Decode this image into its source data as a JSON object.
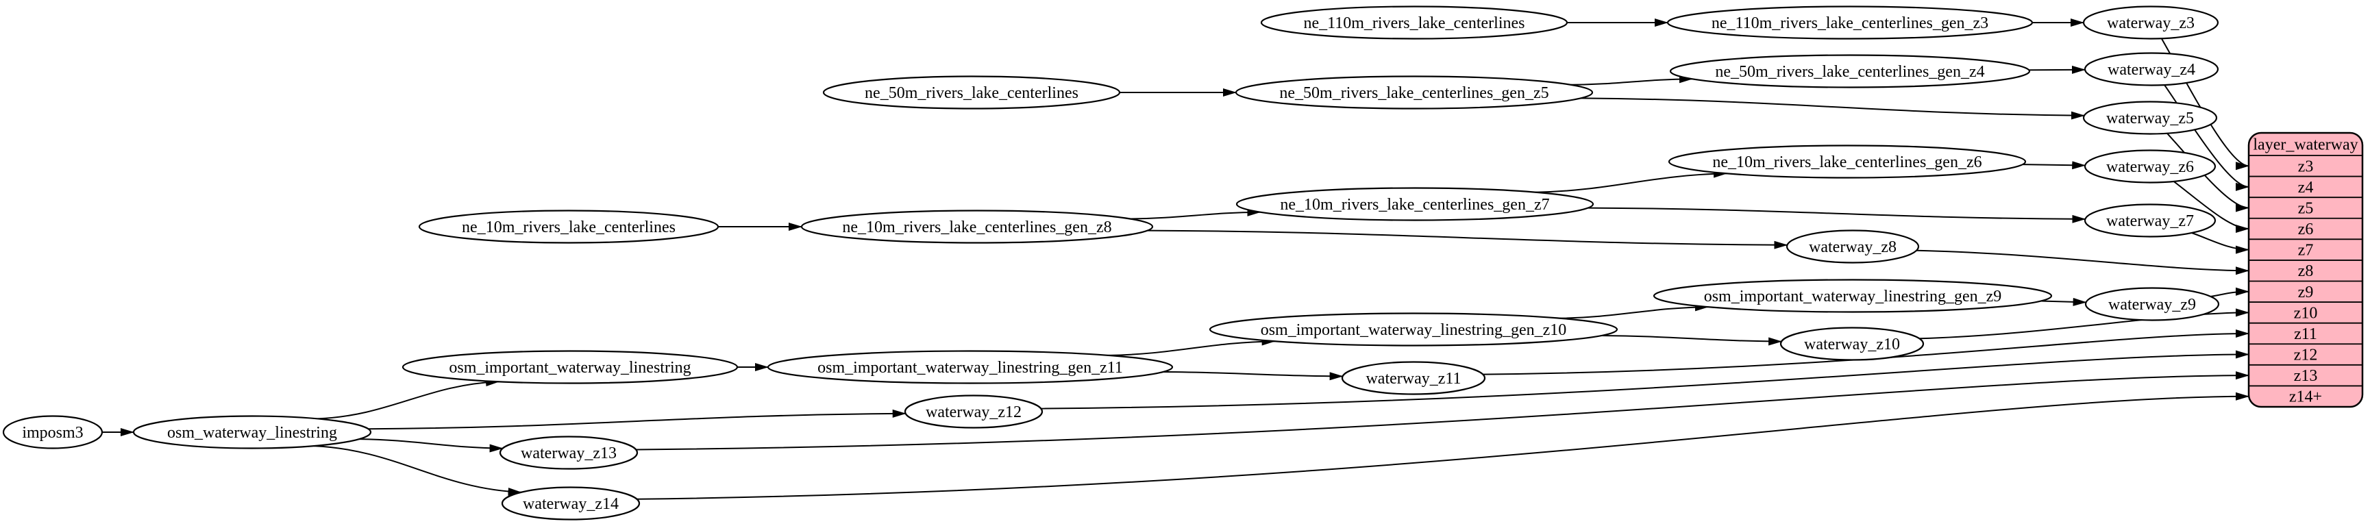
{
  "diagram": {
    "type": "etl-dependency-graph",
    "background": "#ffffff",
    "colors": {
      "node_fill": "#ffffff",
      "node_border": "#000000",
      "edge": "#000000",
      "text": "#000000",
      "table_fill": "#ffb6c1",
      "table_border": "#000000"
    },
    "nodes": [
      {
        "id": "imposm3",
        "label": "imposm3"
      },
      {
        "id": "osm_waterway_linestring",
        "label": "osm_waterway_linestring"
      },
      {
        "id": "osm_important_waterway_linestring",
        "label": "osm_important_waterway_linestring"
      },
      {
        "id": "osm_important_waterway_linestring_gen_z11",
        "label": "osm_important_waterway_linestring_gen_z11"
      },
      {
        "id": "osm_important_waterway_linestring_gen_z10",
        "label": "osm_important_waterway_linestring_gen_z10"
      },
      {
        "id": "osm_important_waterway_linestring_gen_z9",
        "label": "osm_important_waterway_linestring_gen_z9"
      },
      {
        "id": "ne_110m_rivers_lake_centerlines",
        "label": "ne_110m_rivers_lake_centerlines"
      },
      {
        "id": "ne_110m_rivers_lake_centerlines_gen_z3",
        "label": "ne_110m_rivers_lake_centerlines_gen_z3"
      },
      {
        "id": "ne_50m_rivers_lake_centerlines",
        "label": "ne_50m_rivers_lake_centerlines"
      },
      {
        "id": "ne_50m_rivers_lake_centerlines_gen_z5",
        "label": "ne_50m_rivers_lake_centerlines_gen_z5"
      },
      {
        "id": "ne_50m_rivers_lake_centerlines_gen_z4",
        "label": "ne_50m_rivers_lake_centerlines_gen_z4"
      },
      {
        "id": "ne_10m_rivers_lake_centerlines",
        "label": "ne_10m_rivers_lake_centerlines"
      },
      {
        "id": "ne_10m_rivers_lake_centerlines_gen_z8",
        "label": "ne_10m_rivers_lake_centerlines_gen_z8"
      },
      {
        "id": "ne_10m_rivers_lake_centerlines_gen_z7",
        "label": "ne_10m_rivers_lake_centerlines_gen_z7"
      },
      {
        "id": "ne_10m_rivers_lake_centerlines_gen_z6",
        "label": "ne_10m_rivers_lake_centerlines_gen_z6"
      },
      {
        "id": "waterway_z3",
        "label": "waterway_z3"
      },
      {
        "id": "waterway_z4",
        "label": "waterway_z4"
      },
      {
        "id": "waterway_z5",
        "label": "waterway_z5"
      },
      {
        "id": "waterway_z6",
        "label": "waterway_z6"
      },
      {
        "id": "waterway_z7",
        "label": "waterway_z7"
      },
      {
        "id": "waterway_z8",
        "label": "waterway_z8"
      },
      {
        "id": "waterway_z9",
        "label": "waterway_z9"
      },
      {
        "id": "waterway_z10",
        "label": "waterway_z10"
      },
      {
        "id": "waterway_z11",
        "label": "waterway_z11"
      },
      {
        "id": "waterway_z12",
        "label": "waterway_z12"
      },
      {
        "id": "waterway_z13",
        "label": "waterway_z13"
      },
      {
        "id": "waterway_z14",
        "label": "waterway_z14"
      }
    ],
    "edges": [
      {
        "from": "imposm3",
        "to": "osm_waterway_linestring"
      },
      {
        "from": "osm_waterway_linestring",
        "to": "osm_important_waterway_linestring"
      },
      {
        "from": "osm_waterway_linestring",
        "to": "waterway_z12"
      },
      {
        "from": "osm_waterway_linestring",
        "to": "waterway_z13"
      },
      {
        "from": "osm_waterway_linestring",
        "to": "waterway_z14"
      },
      {
        "from": "osm_important_waterway_linestring",
        "to": "osm_important_waterway_linestring_gen_z11"
      },
      {
        "from": "osm_important_waterway_linestring_gen_z11",
        "to": "osm_important_waterway_linestring_gen_z10"
      },
      {
        "from": "osm_important_waterway_linestring_gen_z11",
        "to": "waterway_z11"
      },
      {
        "from": "osm_important_waterway_linestring_gen_z10",
        "to": "osm_important_waterway_linestring_gen_z9"
      },
      {
        "from": "osm_important_waterway_linestring_gen_z10",
        "to": "waterway_z10"
      },
      {
        "from": "osm_important_waterway_linestring_gen_z9",
        "to": "waterway_z9"
      },
      {
        "from": "ne_110m_rivers_lake_centerlines",
        "to": "ne_110m_rivers_lake_centerlines_gen_z3"
      },
      {
        "from": "ne_110m_rivers_lake_centerlines_gen_z3",
        "to": "waterway_z3"
      },
      {
        "from": "ne_50m_rivers_lake_centerlines",
        "to": "ne_50m_rivers_lake_centerlines_gen_z5"
      },
      {
        "from": "ne_50m_rivers_lake_centerlines_gen_z5",
        "to": "ne_50m_rivers_lake_centerlines_gen_z4"
      },
      {
        "from": "ne_50m_rivers_lake_centerlines_gen_z5",
        "to": "waterway_z5"
      },
      {
        "from": "ne_50m_rivers_lake_centerlines_gen_z4",
        "to": "waterway_z4"
      },
      {
        "from": "ne_10m_rivers_lake_centerlines",
        "to": "ne_10m_rivers_lake_centerlines_gen_z8"
      },
      {
        "from": "ne_10m_rivers_lake_centerlines_gen_z8",
        "to": "ne_10m_rivers_lake_centerlines_gen_z7"
      },
      {
        "from": "ne_10m_rivers_lake_centerlines_gen_z8",
        "to": "waterway_z8"
      },
      {
        "from": "ne_10m_rivers_lake_centerlines_gen_z7",
        "to": "ne_10m_rivers_lake_centerlines_gen_z6"
      },
      {
        "from": "ne_10m_rivers_lake_centerlines_gen_z7",
        "to": "waterway_z7"
      },
      {
        "from": "ne_10m_rivers_lake_centerlines_gen_z6",
        "to": "waterway_z6"
      },
      {
        "from": "waterway_z3",
        "to_row": "z3"
      },
      {
        "from": "waterway_z4",
        "to_row": "z4"
      },
      {
        "from": "waterway_z5",
        "to_row": "z5"
      },
      {
        "from": "waterway_z6",
        "to_row": "z6"
      },
      {
        "from": "waterway_z7",
        "to_row": "z7"
      },
      {
        "from": "waterway_z8",
        "to_row": "z8"
      },
      {
        "from": "waterway_z9",
        "to_row": "z9"
      },
      {
        "from": "waterway_z10",
        "to_row": "z10"
      },
      {
        "from": "waterway_z11",
        "to_row": "z11"
      },
      {
        "from": "waterway_z12",
        "to_row": "z12"
      },
      {
        "from": "waterway_z13",
        "to_row": "z13"
      },
      {
        "from": "waterway_z14",
        "to_row": "z14+"
      }
    ],
    "table": {
      "title": "layer_waterway",
      "rows": [
        "z3",
        "z4",
        "z5",
        "z6",
        "z7",
        "z8",
        "z9",
        "z10",
        "z11",
        "z12",
        "z13",
        "z14+"
      ]
    }
  }
}
